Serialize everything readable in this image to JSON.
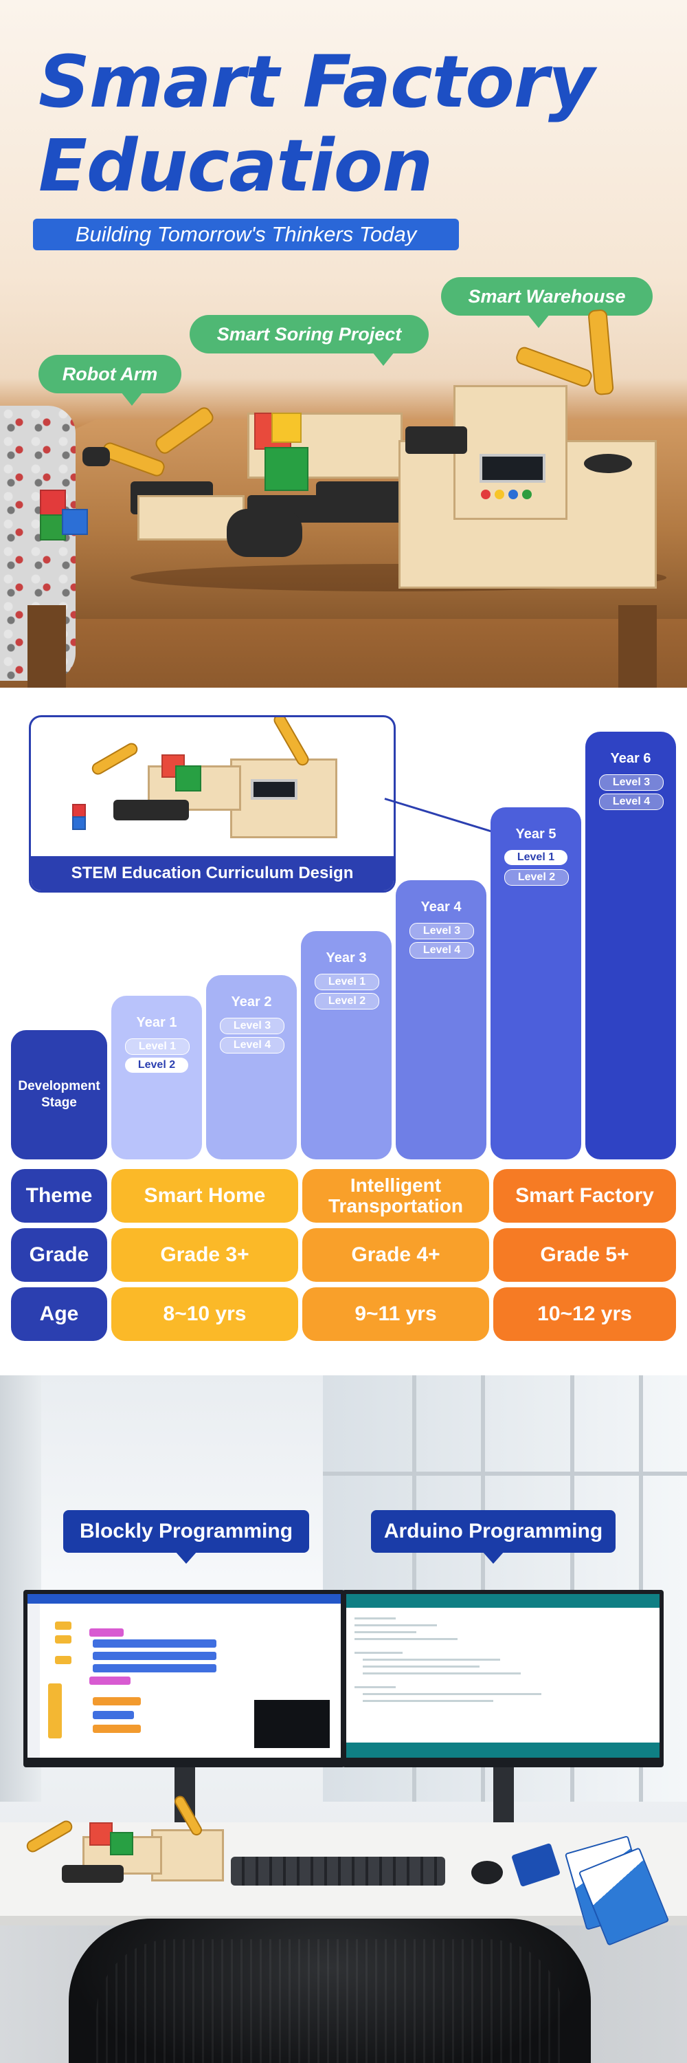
{
  "hero": {
    "title_line1": "Smart Factory",
    "title_line2": "Education",
    "subtitle": "Building Tomorrow's Thinkers Today",
    "callouts": {
      "robot_arm": "Robot Arm",
      "sorting": "Smart Soring Project",
      "warehouse": "Smart Warehouse"
    }
  },
  "curriculum": {
    "preview_label": "STEM Education Curriculum Design",
    "dev_stage_label": "Development Stage",
    "years": [
      {
        "year": "Year 1",
        "levels": [
          "Level 1",
          "Level 2"
        ],
        "active_level": 1
      },
      {
        "year": "Year 2",
        "levels": [
          "Level 3",
          "Level 4"
        ],
        "active_level": -1
      },
      {
        "year": "Year 3",
        "levels": [
          "Level 1",
          "Level 2"
        ],
        "active_level": -1
      },
      {
        "year": "Year 4",
        "levels": [
          "Level 3",
          "Level 4"
        ],
        "active_level": -1
      },
      {
        "year": "Year 5",
        "levels": [
          "Level 1",
          "Level 2"
        ],
        "active_level": 0
      },
      {
        "year": "Year 6",
        "levels": [
          "Level 3",
          "Level 4"
        ],
        "active_level": -1
      }
    ],
    "rows": {
      "theme": {
        "label": "Theme",
        "values": [
          "Smart Home",
          "Intelligent Transportation",
          "Smart Factory"
        ]
      },
      "grade": {
        "label": "Grade",
        "values": [
          "Grade 3+",
          "Grade 4+",
          "Grade 5+"
        ]
      },
      "age": {
        "label": "Age",
        "values": [
          "8~10 yrs",
          "9~11 yrs",
          "10~12 yrs"
        ]
      }
    },
    "colors": {
      "navy": "#2b3fb0",
      "year_columns": [
        "#b9c3fb",
        "#a7b3f6",
        "#8d9bf0",
        "#6f7fe6",
        "#4c5fdb",
        "#2f43c4"
      ],
      "yellow": "#fbb928",
      "orange": "#f9a02a",
      "deep_orange": "#f67b24"
    }
  },
  "programming": {
    "blockly_label": "Blockly Programming",
    "arduino_label": "Arduino Programming"
  }
}
